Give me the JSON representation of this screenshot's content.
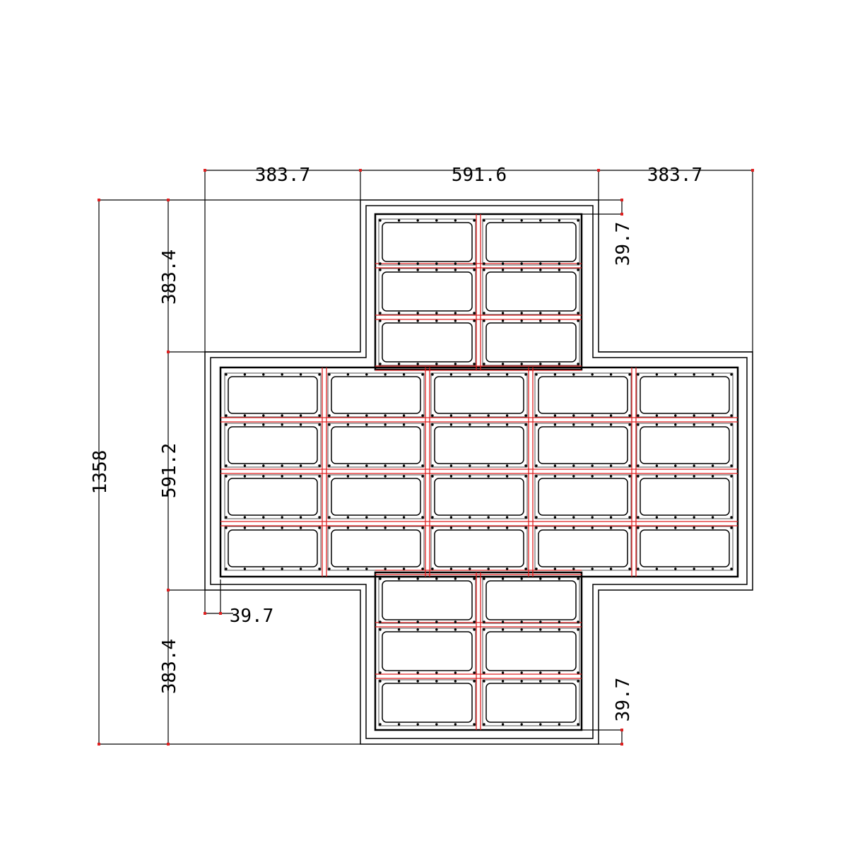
{
  "colors": {
    "line": "#000000",
    "rebar": "#e02020",
    "dim_tick": "#e02020"
  },
  "dimensions": {
    "top_left": "383.7",
    "top_middle": "591.6",
    "top_right": "383.7",
    "overall_height": "1358",
    "left_upper": "383.4",
    "left_middle": "591.2",
    "left_lower": "383.4",
    "cover_top_right": "39.7",
    "cover_lower_left": "39.7",
    "cover_bottom_right": "39.7"
  }
}
